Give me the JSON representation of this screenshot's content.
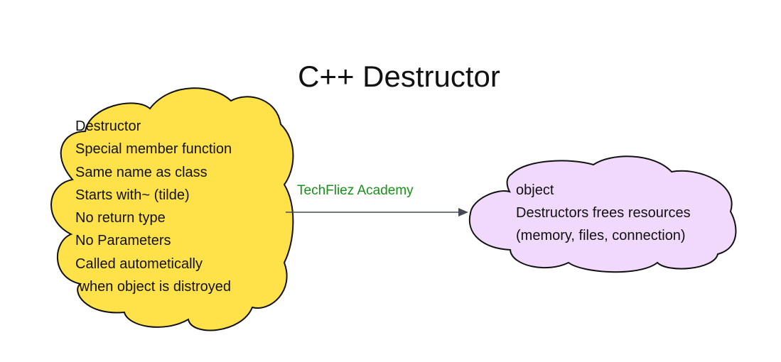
{
  "title": "C++ Destructor",
  "colors": {
    "left_cloud_fill": "#ffe14a",
    "right_cloud_fill": "#f0d9fb",
    "outline": "#111111",
    "edge": "#454a55",
    "edge_label": "#1a8f1a"
  },
  "nodes": {
    "left": {
      "lines": [
        "Destructor",
        "Special member function",
        "Same name as class",
        "Starts with~ (tilde)",
        "No return type",
        "No Parameters",
        "Called autometically",
        " when object is distroyed"
      ]
    },
    "right": {
      "lines": [
        "object",
        "Destructors frees resources",
        "(memory, files, connection)"
      ]
    }
  },
  "edge": {
    "label": "TechFliez Academy",
    "from": "left",
    "to": "right"
  }
}
